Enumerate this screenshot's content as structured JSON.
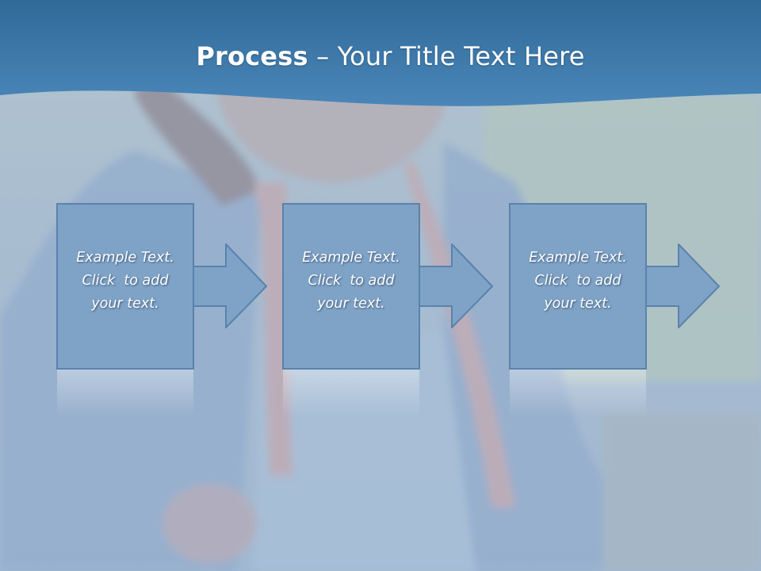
{
  "slide": {
    "title_bold": "Process",
    "title_rest": " – Your Title Text Here",
    "colors": {
      "header": "#3e76a5",
      "box_fill": "#7ea3c6",
      "box_stroke": "#5a82ab"
    }
  },
  "steps": [
    {
      "line1": "Example Text.",
      "line2": "Click  to add",
      "line3": "your text."
    },
    {
      "line1": "Example Text.",
      "line2": "Click  to add",
      "line3": "your text."
    },
    {
      "line1": "Example Text.",
      "line2": "Click  to add",
      "line3": "your text."
    }
  ]
}
